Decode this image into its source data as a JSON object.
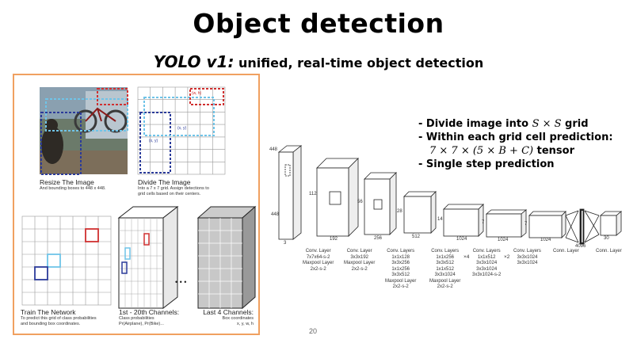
{
  "title": "Object detection",
  "subtitle": {
    "model": "YOLO v1:",
    "text": "unified, real-time object detection"
  },
  "panels": {
    "resize": {
      "heading": "Resize The Image",
      "sub": [
        "And bounding boxes to 448 x 448."
      ]
    },
    "divide": {
      "heading": "Divide The Image",
      "sub": [
        "Into a 7 x 7 grid. Assign detections to",
        "grid cells based on their centers."
      ]
    },
    "train": {
      "heading": "Train The Network",
      "sub": [
        "To predict this grid of class probabilities",
        "and bounding box coordinates."
      ]
    },
    "channels": {
      "heading": "1st - 20th Channels:",
      "sub": [
        "Class probabilities",
        "Pr(Airplane), Pr(Bike)..."
      ]
    },
    "last": {
      "heading": "Last 4 Channels:",
      "sub": [
        "Box coordinates",
        "x, y, w, h"
      ]
    },
    "ellipsis": "• • •",
    "divide_labels": {
      "a": "(x, y)",
      "b": "(w, h)",
      "c": "(x, y)"
    }
  },
  "bullets": [
    {
      "prefix": "- Divide image into ",
      "math": "S × S",
      "suffix": " grid"
    },
    {
      "prefix": "- Within each grid cell prediction:",
      "math": "",
      "suffix": ""
    },
    {
      "prefix": "",
      "math": "7 × 7 × (5 × B + C)",
      "suffix": " tensor"
    },
    {
      "prefix": "- Single step prediction",
      "math": "",
      "suffix": ""
    }
  ],
  "architecture": {
    "layers": [
      {
        "lines": [
          "Conv. Layer",
          "7x7x64-s-2",
          "Maxpool Layer",
          "2x2-s-2"
        ]
      },
      {
        "lines": [
          "Conv. Layer",
          "3x3x192",
          "Maxpool Layer",
          "2x2-s-2"
        ]
      },
      {
        "lines": [
          "Conv. Layers",
          "1x1x128",
          "3x3x256",
          "1x1x256",
          "3x3x512",
          "Maxpool Layer",
          "2x2-s-2"
        ]
      },
      {
        "lines": [
          "Conv. Layers",
          "1x1x256",
          "3x3x512",
          "1x1x512",
          "3x3x1024",
          "Maxpool Layer",
          "2x2-s-2"
        ]
      },
      {
        "lines": [
          "Conv. Layers",
          "1x1x512",
          "3x3x1024",
          "3x3x1024",
          "3x3x1024-s-2"
        ]
      },
      {
        "lines": [
          "Conv. Layers",
          "3x3x1024",
          "3x3x1024"
        ]
      },
      {
        "lines": [
          "Conn. Layer"
        ]
      },
      {
        "lines": [
          "Conn. Layer"
        ]
      }
    ],
    "repeat_a": "×4",
    "repeat_b": "×2",
    "dims": {
      "in": "448",
      "d1": "112",
      "d2": "56",
      "d3": "28",
      "d4": "14",
      "d5": "7",
      "d6": "7",
      "bot1": "3",
      "bot2": "192",
      "bot3": "256",
      "bot4": "512",
      "bot5": "1024",
      "bot6": "1024",
      "bot7": "1024",
      "fc": "4096",
      "out": "30"
    }
  },
  "page_number": "20"
}
